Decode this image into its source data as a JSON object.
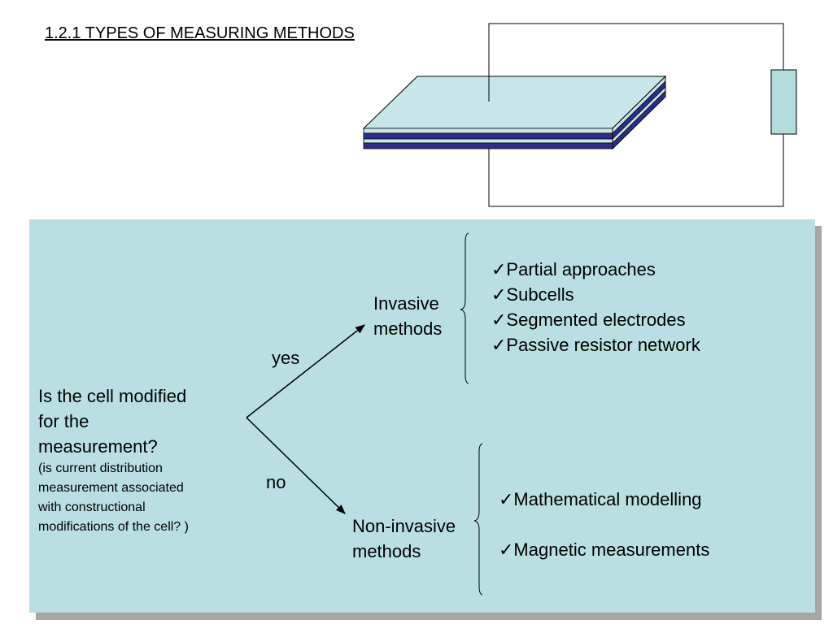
{
  "title": "1.2.1 TYPES OF MEASURING METHODS",
  "question": {
    "lines": [
      "Is the cell modified",
      "for the",
      "measurement?"
    ],
    "note_lines": [
      "(is current distribution",
      "measurement  associated",
      "with constructional",
      "modifications of the cell? )"
    ]
  },
  "branches": {
    "yes": {
      "label": "yes",
      "method_lines": [
        "Invasive",
        "methods"
      ],
      "items": [
        "✓Partial approaches",
        "✓Subcells",
        "✓Segmented electrodes",
        "✓Passive resistor network"
      ]
    },
    "no": {
      "label": "no",
      "method_lines": [
        "Non-invasive",
        "methods"
      ],
      "items": [
        "✓Mathematical modelling",
        "✓Magnetic measurements"
      ]
    }
  },
  "colors": {
    "panel": "#b9dfe3",
    "plate": "#c8e6ea",
    "membrane": "#2e2e8a",
    "resistor": "#b3dcdf"
  }
}
